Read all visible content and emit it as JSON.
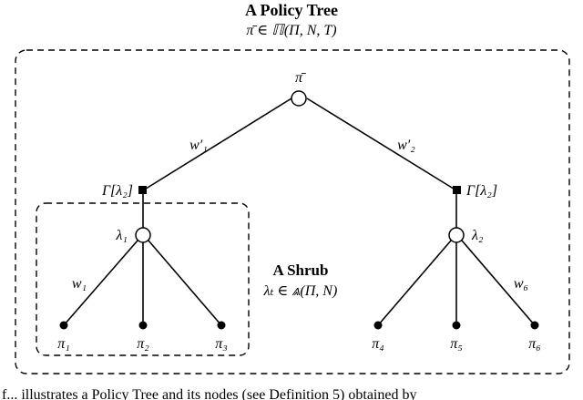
{
  "title": "A Policy Tree",
  "title_formula": "π̄ ∈ ℿ(Π, N, T)",
  "root_label": "π̄",
  "edge_weights": {
    "left": "w′₁",
    "right": "w′₂"
  },
  "gamma_labels": {
    "left": "Γ[λ₂]",
    "right": "Γ[λ₂]"
  },
  "shrub_nodes": {
    "left": "λ₁",
    "right": "λ₂"
  },
  "shrub_title": "A Shrub",
  "shrub_formula": "λₜ ∈ ⩓(Π, N)",
  "leaf_weights": {
    "left": "w₁",
    "right": "w₆"
  },
  "leaves": [
    "π₁",
    "π₂",
    "π₃",
    "π₄",
    "π₅",
    "π₆"
  ],
  "caption": "f... illustrates a Policy Tree and its nodes (see Definition 5) obtained by"
}
